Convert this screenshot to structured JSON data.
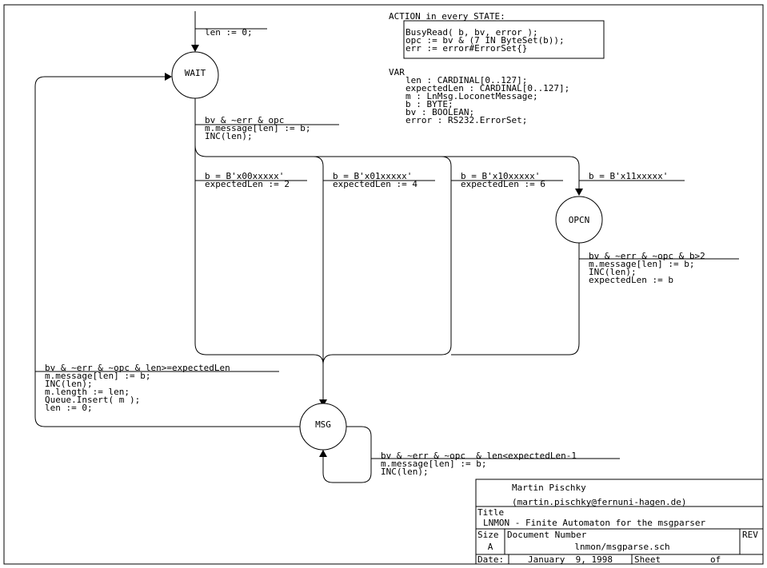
{
  "states": {
    "wait": "WAIT",
    "opcn": "OPCN",
    "msg": "MSG"
  },
  "init": {
    "line": "len := 0;"
  },
  "action_box": {
    "title": "ACTION in every STATE:",
    "lines": [
      "BusyRead( b, bv, error );",
      "opc := bv & (7 IN ByteSet(b));",
      "err := error#ErrorSet{}"
    ]
  },
  "var_block": {
    "title": "VAR",
    "lines": [
      "len : CARDINAL[0..127];",
      "expectedLen : CARDINAL[0..127];",
      "m : LnMsg.LoconetMessage;",
      "b : BYTE;",
      "bv : BOOLEAN;",
      "error : RS232.ErrorSet;"
    ]
  },
  "wait_out": {
    "condition": "bv & ~err & opc",
    "actions": [
      "m.message[len] := b;",
      "INC(len);"
    ]
  },
  "branches": [
    {
      "condition": "b = B'x00xxxxx'",
      "action": "expectedLen := 2"
    },
    {
      "condition": "b = B'x01xxxxx'",
      "action": "expectedLen := 4"
    },
    {
      "condition": "b = B'x10xxxxx'",
      "action": "expectedLen := 6"
    },
    {
      "condition": "b = B'x11xxxxx'",
      "action": ""
    }
  ],
  "opcn_out": {
    "condition": "bv & ~err & ~opc & b>2",
    "actions": [
      "m.message[len] := b;",
      "INC(len);",
      "expectedLen := b"
    ]
  },
  "msg_return": {
    "condition": "bv & ~err & ~opc & len>=expectedLen",
    "actions": [
      "m.message[len] := b;",
      "INC(len);",
      "m.length := len;",
      "Queue.Insert( m );",
      "len := 0;"
    ]
  },
  "msg_loop": {
    "condition": "bv & ~err & ~opc  & len<expectedLen-1",
    "actions": [
      "m.message[len] := b;",
      "INC(len);"
    ]
  },
  "title_block": {
    "author": "Martin Pischky",
    "email": "(martin.pischky@fernuni-hagen.de)",
    "title_label": "Title",
    "title": "LNMON - Finite Automaton for the msgparser",
    "size_label": "Size",
    "size": "A",
    "docnum_label": "Document Number",
    "docnum": "lnmon/msgparse.sch",
    "rev_label": "REV",
    "date_label": "Date:",
    "date": "January  9, 1998",
    "sheet_label": "Sheet",
    "of_label": "of"
  }
}
